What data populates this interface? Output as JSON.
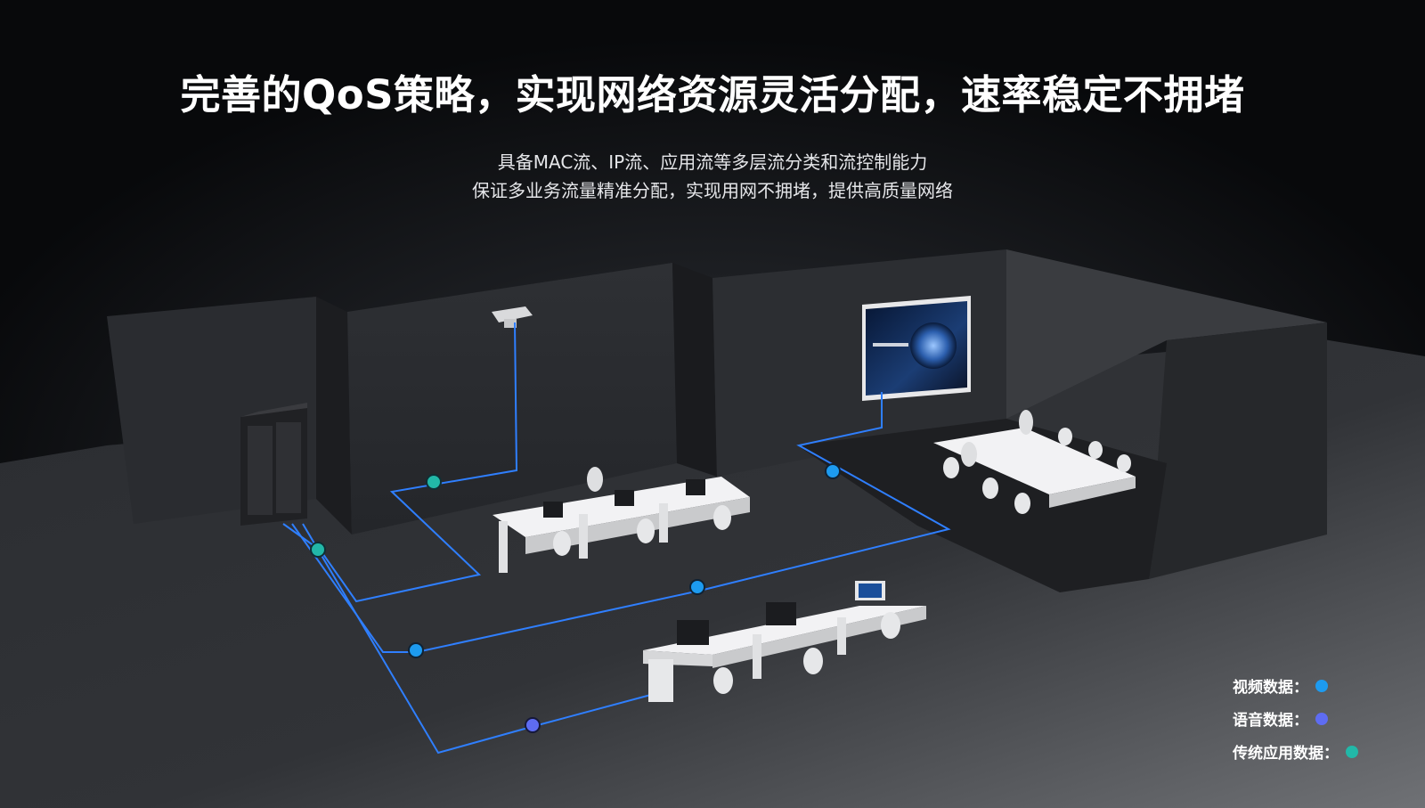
{
  "heading": {
    "title": "完善的QoS策略，实现网络资源灵活分配，速率稳定不拥堵",
    "subtitle_line1": "具备MAC流、IP流、应用流等多层流分类和流控制能力",
    "subtitle_line2": "保证多业务流量精准分配，实现用网不拥堵，提供高质量网络"
  },
  "legend": [
    {
      "label": "视频数据：",
      "color": "#1d9bf0"
    },
    {
      "label": "语音数据：",
      "color": "#5e6cf2"
    },
    {
      "label": "传统应用数据：",
      "color": "#22b8a8"
    }
  ],
  "colors": {
    "line": "#2f7fff",
    "video": "#1d9bf0",
    "voice": "#5e6cf2",
    "app": "#22b8a8"
  }
}
